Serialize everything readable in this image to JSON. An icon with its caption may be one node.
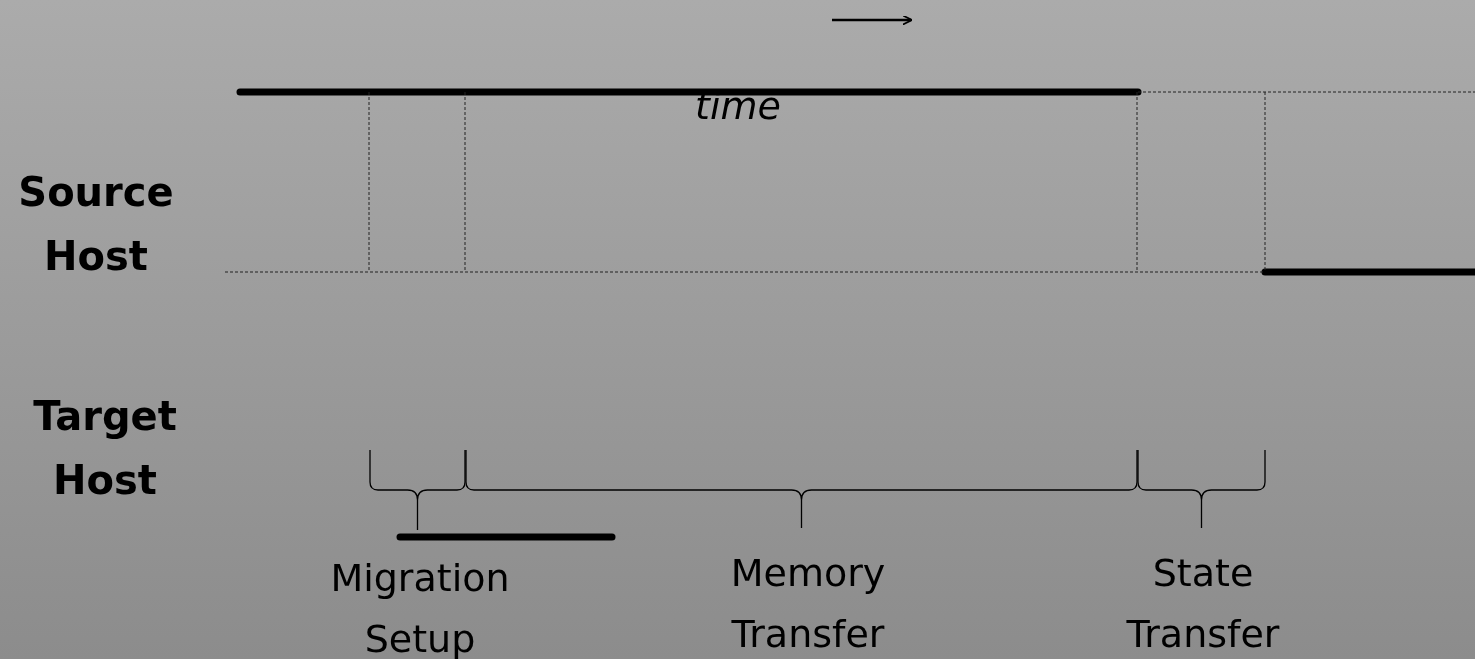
{
  "diagram": {
    "labels": [
      "time",
      "Source Host",
      "Target Host",
      "Migration Setup",
      "Memory Transfer",
      "State Transfer"
    ]
  }
}
